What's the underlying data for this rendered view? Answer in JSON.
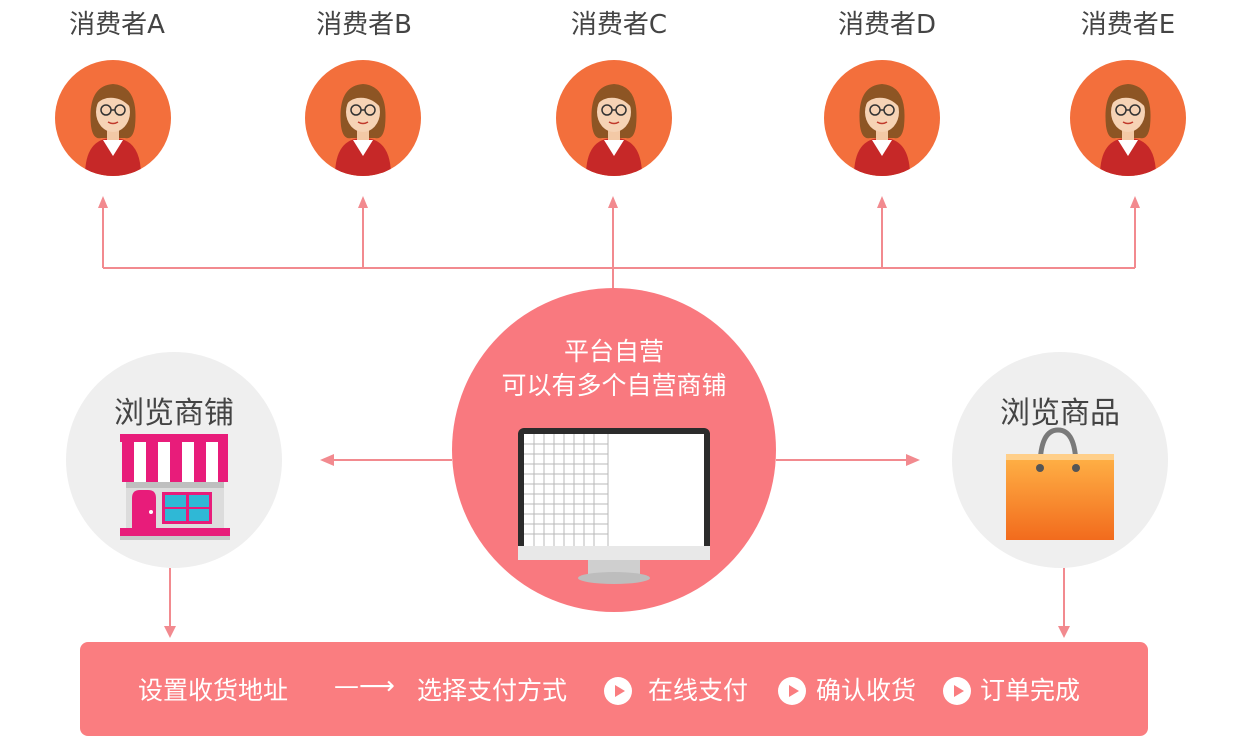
{
  "consumers": [
    {
      "label": "消费者A"
    },
    {
      "label": "消费者B"
    },
    {
      "label": "消费者C"
    },
    {
      "label": "消费者D"
    },
    {
      "label": "消费者E"
    }
  ],
  "center": {
    "line1": "平台自营",
    "line2": "可以有多个自营商铺"
  },
  "left_node": {
    "label": "浏览商铺"
  },
  "right_node": {
    "label": "浏览商品"
  },
  "flow": {
    "step1": "设置收货地址",
    "arrow": "—⟶",
    "step2": "选择支付方式",
    "step3": "在线支付",
    "step4": "确认收货",
    "step5": "订单完成"
  },
  "colors": {
    "connector": "#f28a8f",
    "center_fill": "#f9797f",
    "avatar_fill": "#f36f3c",
    "flow_bar": "#fa7d80"
  }
}
